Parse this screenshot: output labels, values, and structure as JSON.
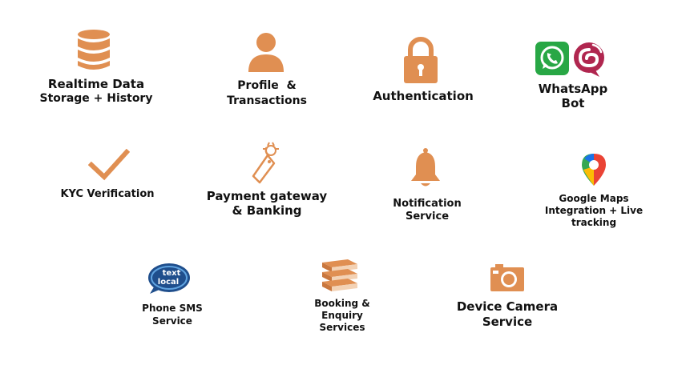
{
  "accent_color": "#e08f52",
  "features": [
    {
      "id": "realtime",
      "icon": "database-icon",
      "lines": [
        "Realtime Data",
        "Storage + History"
      ]
    },
    {
      "id": "profile",
      "icon": "user-icon",
      "lines": [
        "Profile  &",
        "Transactions"
      ]
    },
    {
      "id": "auth",
      "icon": "padlock-icon",
      "lines": [
        "Authentication"
      ]
    },
    {
      "id": "whatsapp",
      "icon": "whatsapp-icon",
      "lines": [
        "WhatsApp",
        "Bot"
      ]
    },
    {
      "id": "kyc",
      "icon": "checkmark-icon",
      "lines": [
        "KYC Verification"
      ]
    },
    {
      "id": "payment",
      "icon": "payment-tag-icon",
      "lines": [
        "Payment gateway",
        "& Banking"
      ]
    },
    {
      "id": "notification",
      "icon": "bell-icon",
      "lines": [
        "Notification",
        "Service"
      ]
    },
    {
      "id": "maps",
      "icon": "google-maps-icon",
      "lines": [
        "Google Maps",
        "Integration + Live",
        "tracking"
      ]
    },
    {
      "id": "sms",
      "icon": "textlocal-icon",
      "lines": [
        "Phone SMS",
        "Service"
      ]
    },
    {
      "id": "booking",
      "icon": "books-icon",
      "lines": [
        "Booking &",
        "Enquiry",
        "Services"
      ]
    },
    {
      "id": "camera",
      "icon": "camera-icon",
      "lines": [
        "Device Camera",
        "Service"
      ]
    }
  ],
  "logos": {
    "textlocal": [
      "text",
      "local"
    ]
  }
}
